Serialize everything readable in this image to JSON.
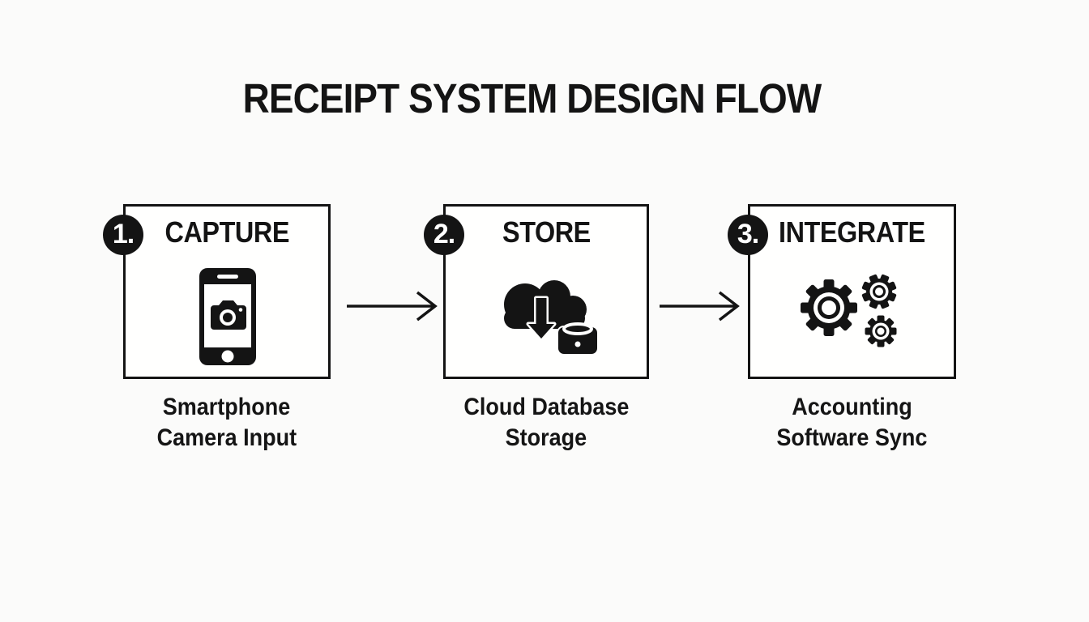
{
  "title": "RECEIPT SYSTEM DESIGN FLOW",
  "steps": [
    {
      "number": "1.",
      "label": "CAPTURE",
      "icon": "smartphone-camera-icon",
      "caption_lines": [
        "Smartphone",
        "Camera Input"
      ]
    },
    {
      "number": "2.",
      "label": "STORE",
      "icon": "cloud-download-database-icon",
      "caption_lines": [
        "Cloud Database",
        "Storage"
      ]
    },
    {
      "number": "3.",
      "label": "INTEGRATE",
      "icon": "gears-icon",
      "caption_lines": [
        "Accounting",
        "Software Sync"
      ]
    }
  ],
  "arrows": [
    {
      "name": "arrow-step1-to-step2",
      "direction": "right"
    },
    {
      "name": "arrow-step2-to-step3",
      "direction": "right"
    }
  ],
  "colors": {
    "background": "#fbfbfa",
    "box_fill": "#fffffe",
    "ink": "#141414",
    "badge_fill": "#141414",
    "badge_text": "#ffffff"
  }
}
